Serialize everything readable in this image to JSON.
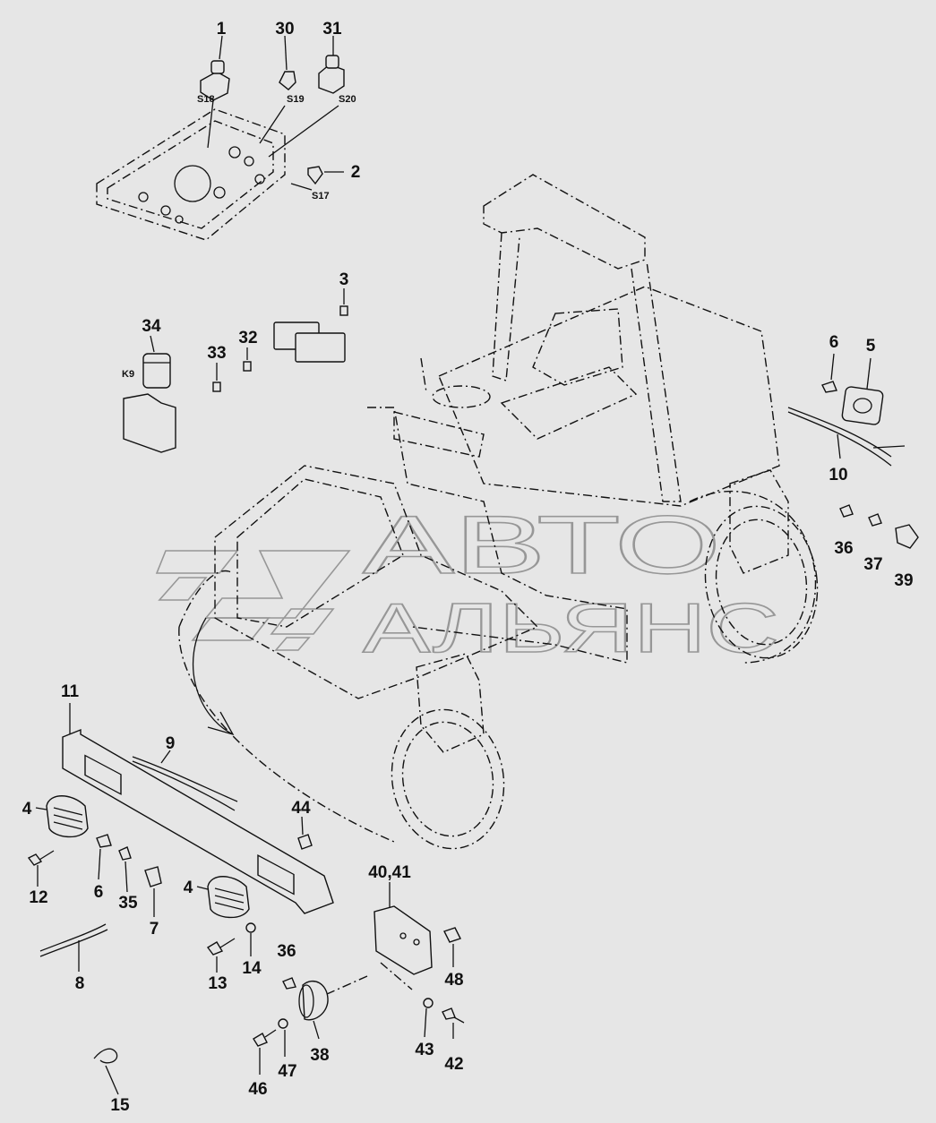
{
  "watermark": {
    "line1": "АВТО",
    "line2": "АЛЬЯНС"
  },
  "labels": [
    {
      "id": "p1",
      "text": "1"
    },
    {
      "id": "p30",
      "text": "30"
    },
    {
      "id": "p31",
      "text": "31"
    },
    {
      "id": "p2",
      "text": "2"
    },
    {
      "id": "p3",
      "text": "3"
    },
    {
      "id": "p34",
      "text": "34"
    },
    {
      "id": "p33",
      "text": "33"
    },
    {
      "id": "p32",
      "text": "32"
    },
    {
      "id": "p6a",
      "text": "6"
    },
    {
      "id": "p5",
      "text": "5"
    },
    {
      "id": "p10",
      "text": "10"
    },
    {
      "id": "p36a",
      "text": "36"
    },
    {
      "id": "p37",
      "text": "37"
    },
    {
      "id": "p39",
      "text": "39"
    },
    {
      "id": "p11",
      "text": "11"
    },
    {
      "id": "p9",
      "text": "9"
    },
    {
      "id": "p4a",
      "text": "4"
    },
    {
      "id": "p44",
      "text": "44"
    },
    {
      "id": "p12",
      "text": "12"
    },
    {
      "id": "p6b",
      "text": "6"
    },
    {
      "id": "p35",
      "text": "35"
    },
    {
      "id": "p7",
      "text": "7"
    },
    {
      "id": "p4b",
      "text": "4"
    },
    {
      "id": "p4041",
      "text": "40,41"
    },
    {
      "id": "p8",
      "text": "8"
    },
    {
      "id": "p13",
      "text": "13"
    },
    {
      "id": "p14",
      "text": "14"
    },
    {
      "id": "p36b",
      "text": "36"
    },
    {
      "id": "p48",
      "text": "48"
    },
    {
      "id": "p38",
      "text": "38"
    },
    {
      "id": "p43",
      "text": "43"
    },
    {
      "id": "p42",
      "text": "42"
    },
    {
      "id": "p46",
      "text": "46"
    },
    {
      "id": "p47",
      "text": "47"
    },
    {
      "id": "p15",
      "text": "15"
    }
  ],
  "sublabels": [
    {
      "id": "s18",
      "text": "S18"
    },
    {
      "id": "s19",
      "text": "S19"
    },
    {
      "id": "s20",
      "text": "S20"
    },
    {
      "id": "s17",
      "text": "S17"
    },
    {
      "id": "k9",
      "text": "K9"
    }
  ]
}
